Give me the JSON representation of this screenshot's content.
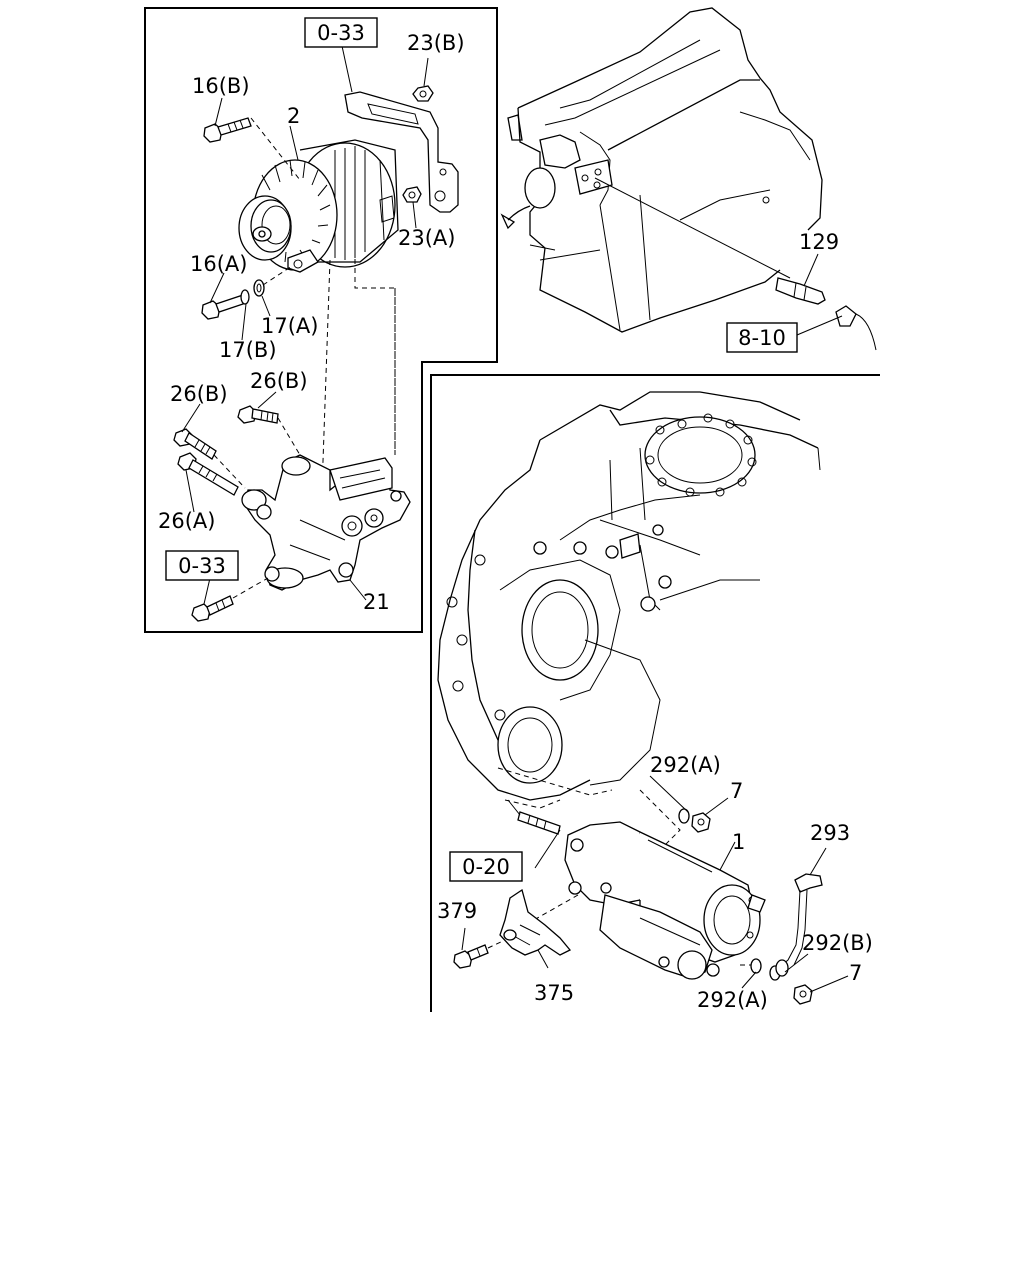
{
  "callouts": {
    "ref_0_33_top": "0-33",
    "c23b": "23(B)",
    "c16b": "16(B)",
    "c2": "2",
    "c23a": "23(A)",
    "c16a": "16(A)",
    "c17a": "17(A)",
    "c17b": "17(B)",
    "c26b_1": "26(B)",
    "c26b_2": "26(B)",
    "c26a": "26(A)",
    "ref_0_33_bottom": "0-33",
    "c21": "21",
    "c129": "129",
    "ref_8_10": "8-10",
    "c292a_top": "292(A)",
    "c7_top": "7",
    "c293": "293",
    "c1": "1",
    "ref_0_20": "0-20",
    "c379": "379",
    "c292b": "292(B)",
    "c7_bottom": "7",
    "c375": "375",
    "c292a_bottom": "292(A)"
  }
}
